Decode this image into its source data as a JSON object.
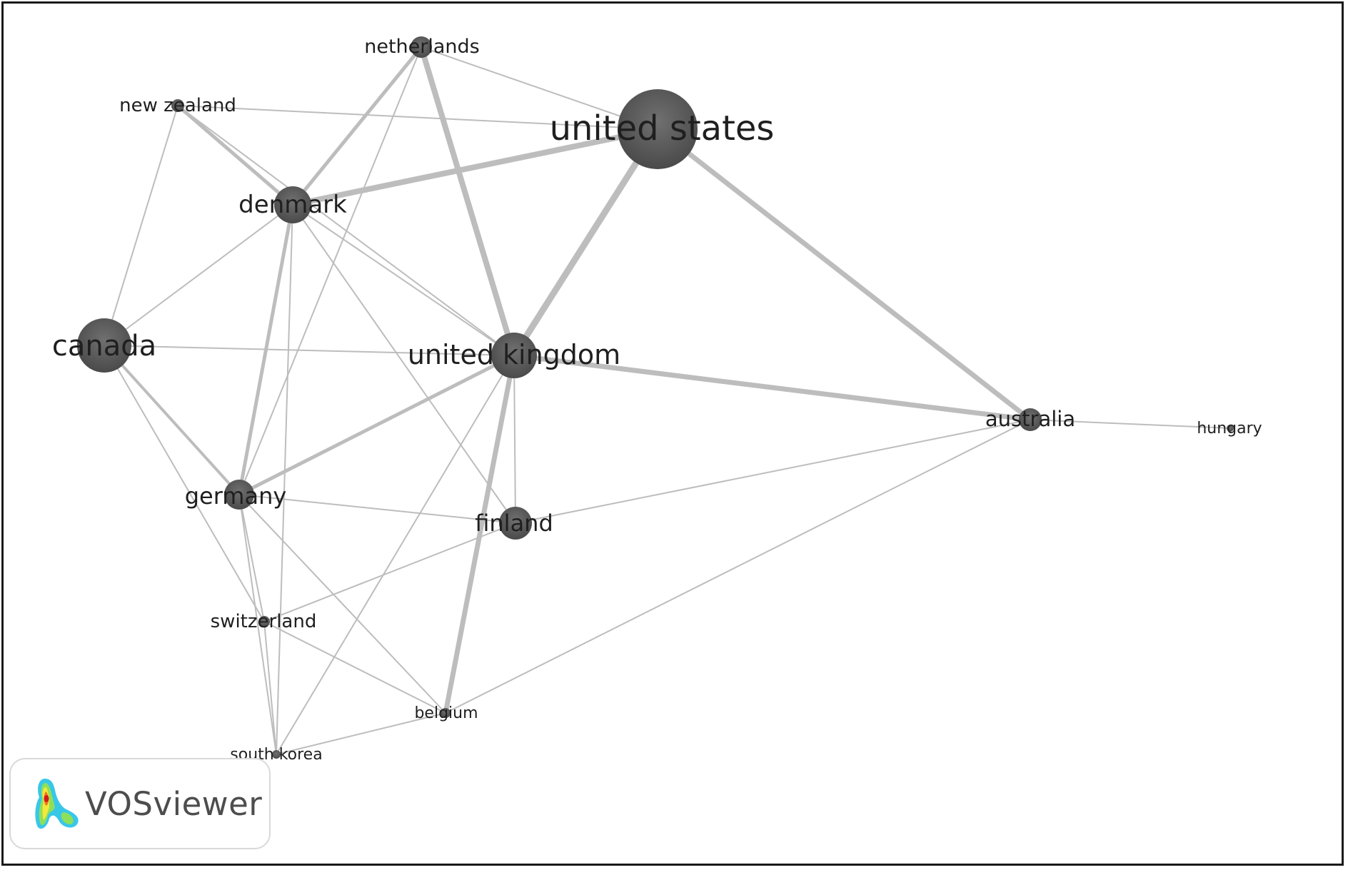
{
  "nodes": [
    {
      "id": "united-states",
      "label": "united states"
    },
    {
      "id": "united-kingdom",
      "label": "united kingdom"
    },
    {
      "id": "canada",
      "label": "canada"
    },
    {
      "id": "denmark",
      "label": "denmark"
    },
    {
      "id": "germany",
      "label": "germany"
    },
    {
      "id": "finland",
      "label": "finland"
    },
    {
      "id": "australia",
      "label": "australia"
    },
    {
      "id": "netherlands",
      "label": "netherlands"
    },
    {
      "id": "new-zealand",
      "label": "new zealand"
    },
    {
      "id": "switzerland",
      "label": "switzerland"
    },
    {
      "id": "belgium",
      "label": "belgium"
    },
    {
      "id": "south-korea",
      "label": "south korea"
    },
    {
      "id": "hungary",
      "label": "hungary"
    }
  ],
  "links": [
    {
      "source": "united-states",
      "target": "denmark"
    },
    {
      "source": "united-states",
      "target": "united-kingdom"
    },
    {
      "source": "united-states",
      "target": "australia"
    },
    {
      "source": "united-states",
      "target": "netherlands"
    },
    {
      "source": "united-states",
      "target": "new-zealand"
    },
    {
      "source": "netherlands",
      "target": "united-kingdom"
    },
    {
      "source": "netherlands",
      "target": "denmark"
    },
    {
      "source": "netherlands",
      "target": "germany"
    },
    {
      "source": "new-zealand",
      "target": "denmark"
    },
    {
      "source": "new-zealand",
      "target": "canada"
    },
    {
      "source": "new-zealand",
      "target": "united-kingdom"
    },
    {
      "source": "denmark",
      "target": "canada"
    },
    {
      "source": "denmark",
      "target": "germany"
    },
    {
      "source": "denmark",
      "target": "united-kingdom"
    },
    {
      "source": "denmark",
      "target": "finland"
    },
    {
      "source": "denmark",
      "target": "south-korea"
    },
    {
      "source": "canada",
      "target": "united-kingdom"
    },
    {
      "source": "canada",
      "target": "germany"
    },
    {
      "source": "canada",
      "target": "switzerland"
    },
    {
      "source": "united-kingdom",
      "target": "germany"
    },
    {
      "source": "united-kingdom",
      "target": "australia"
    },
    {
      "source": "united-kingdom",
      "target": "finland"
    },
    {
      "source": "united-kingdom",
      "target": "belgium"
    },
    {
      "source": "united-kingdom",
      "target": "south-korea"
    },
    {
      "source": "germany",
      "target": "finland"
    },
    {
      "source": "germany",
      "target": "switzerland"
    },
    {
      "source": "germany",
      "target": "belgium"
    },
    {
      "source": "germany",
      "target": "south-korea"
    },
    {
      "source": "finland",
      "target": "australia"
    },
    {
      "source": "finland",
      "target": "switzerland"
    },
    {
      "source": "switzerland",
      "target": "belgium"
    },
    {
      "source": "switzerland",
      "target": "south-korea"
    },
    {
      "source": "belgium",
      "target": "south-korea"
    },
    {
      "source": "belgium",
      "target": "australia"
    },
    {
      "source": "australia",
      "target": "hungary"
    }
  ],
  "logo": {
    "text": "VOSviewer",
    "icon": "vosviewer-heatmap-icon"
  },
  "colors": {
    "node": "#5a5a5a",
    "link": "#bdbdbd",
    "frame": "#1a1a1a"
  }
}
